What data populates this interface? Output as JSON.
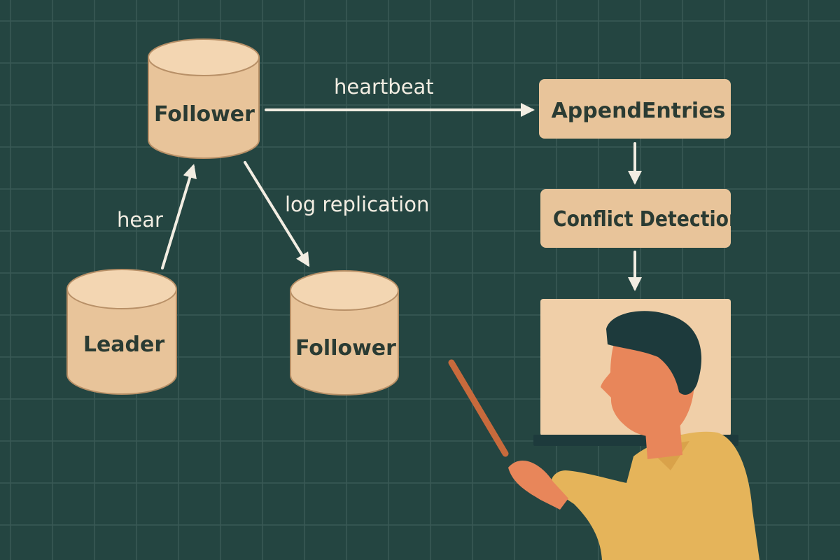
{
  "colors": {
    "background": "#244541",
    "grid": "#3a5955",
    "node_fill": "#e8c49a",
    "node_top": "#f3d6b2",
    "node_stroke": "#b89067",
    "node_text": "#2a3b33",
    "arrow": "#f2ede2",
    "pointer": "#c86a3c",
    "skin": "#e8865a",
    "hair": "#1d3a3c",
    "shirt": "#e5b45a",
    "screen": "#f0cfa8"
  },
  "nodes": {
    "follower_top": "Follower",
    "leader": "Leader",
    "follower_bottom": "Follower",
    "append_entries": "AppendEntries",
    "conflict_detection": "Conflict Detection"
  },
  "edges": {
    "hear": "hear",
    "heartbeat": "heartbeat",
    "log_replication": "log replication"
  }
}
